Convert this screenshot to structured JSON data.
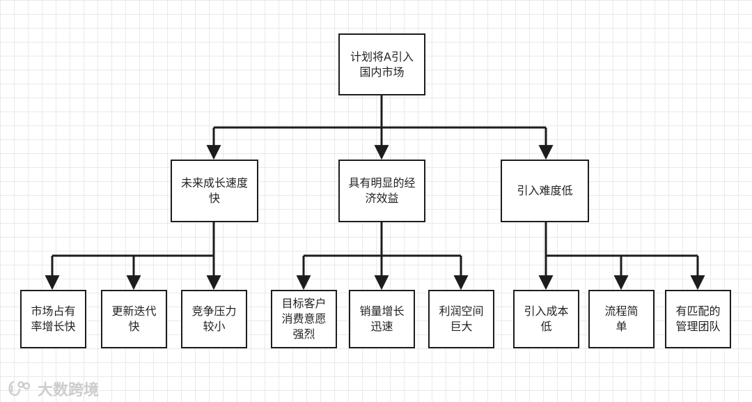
{
  "root": {
    "label": "计划将A引入\n国内市场"
  },
  "branches": [
    {
      "label": "未来成长速度\n快",
      "children": [
        {
          "label": "市场占有\n率增长快"
        },
        {
          "label": "更新迭代\n快"
        },
        {
          "label": "竞争压力\n较小"
        }
      ]
    },
    {
      "label": "具有明显的经\n济效益",
      "children": [
        {
          "label": "目标客户\n消费意愿\n强烈"
        },
        {
          "label": "销量增长\n迅速"
        },
        {
          "label": "利润空间\n巨大"
        }
      ]
    },
    {
      "label": "引入难度低",
      "children": [
        {
          "label": "引入成本\n低"
        },
        {
          "label": "流程简\n单"
        },
        {
          "label": "有匹配的\n管理团队"
        }
      ]
    }
  ],
  "watermark": {
    "text": "大数跨境"
  }
}
